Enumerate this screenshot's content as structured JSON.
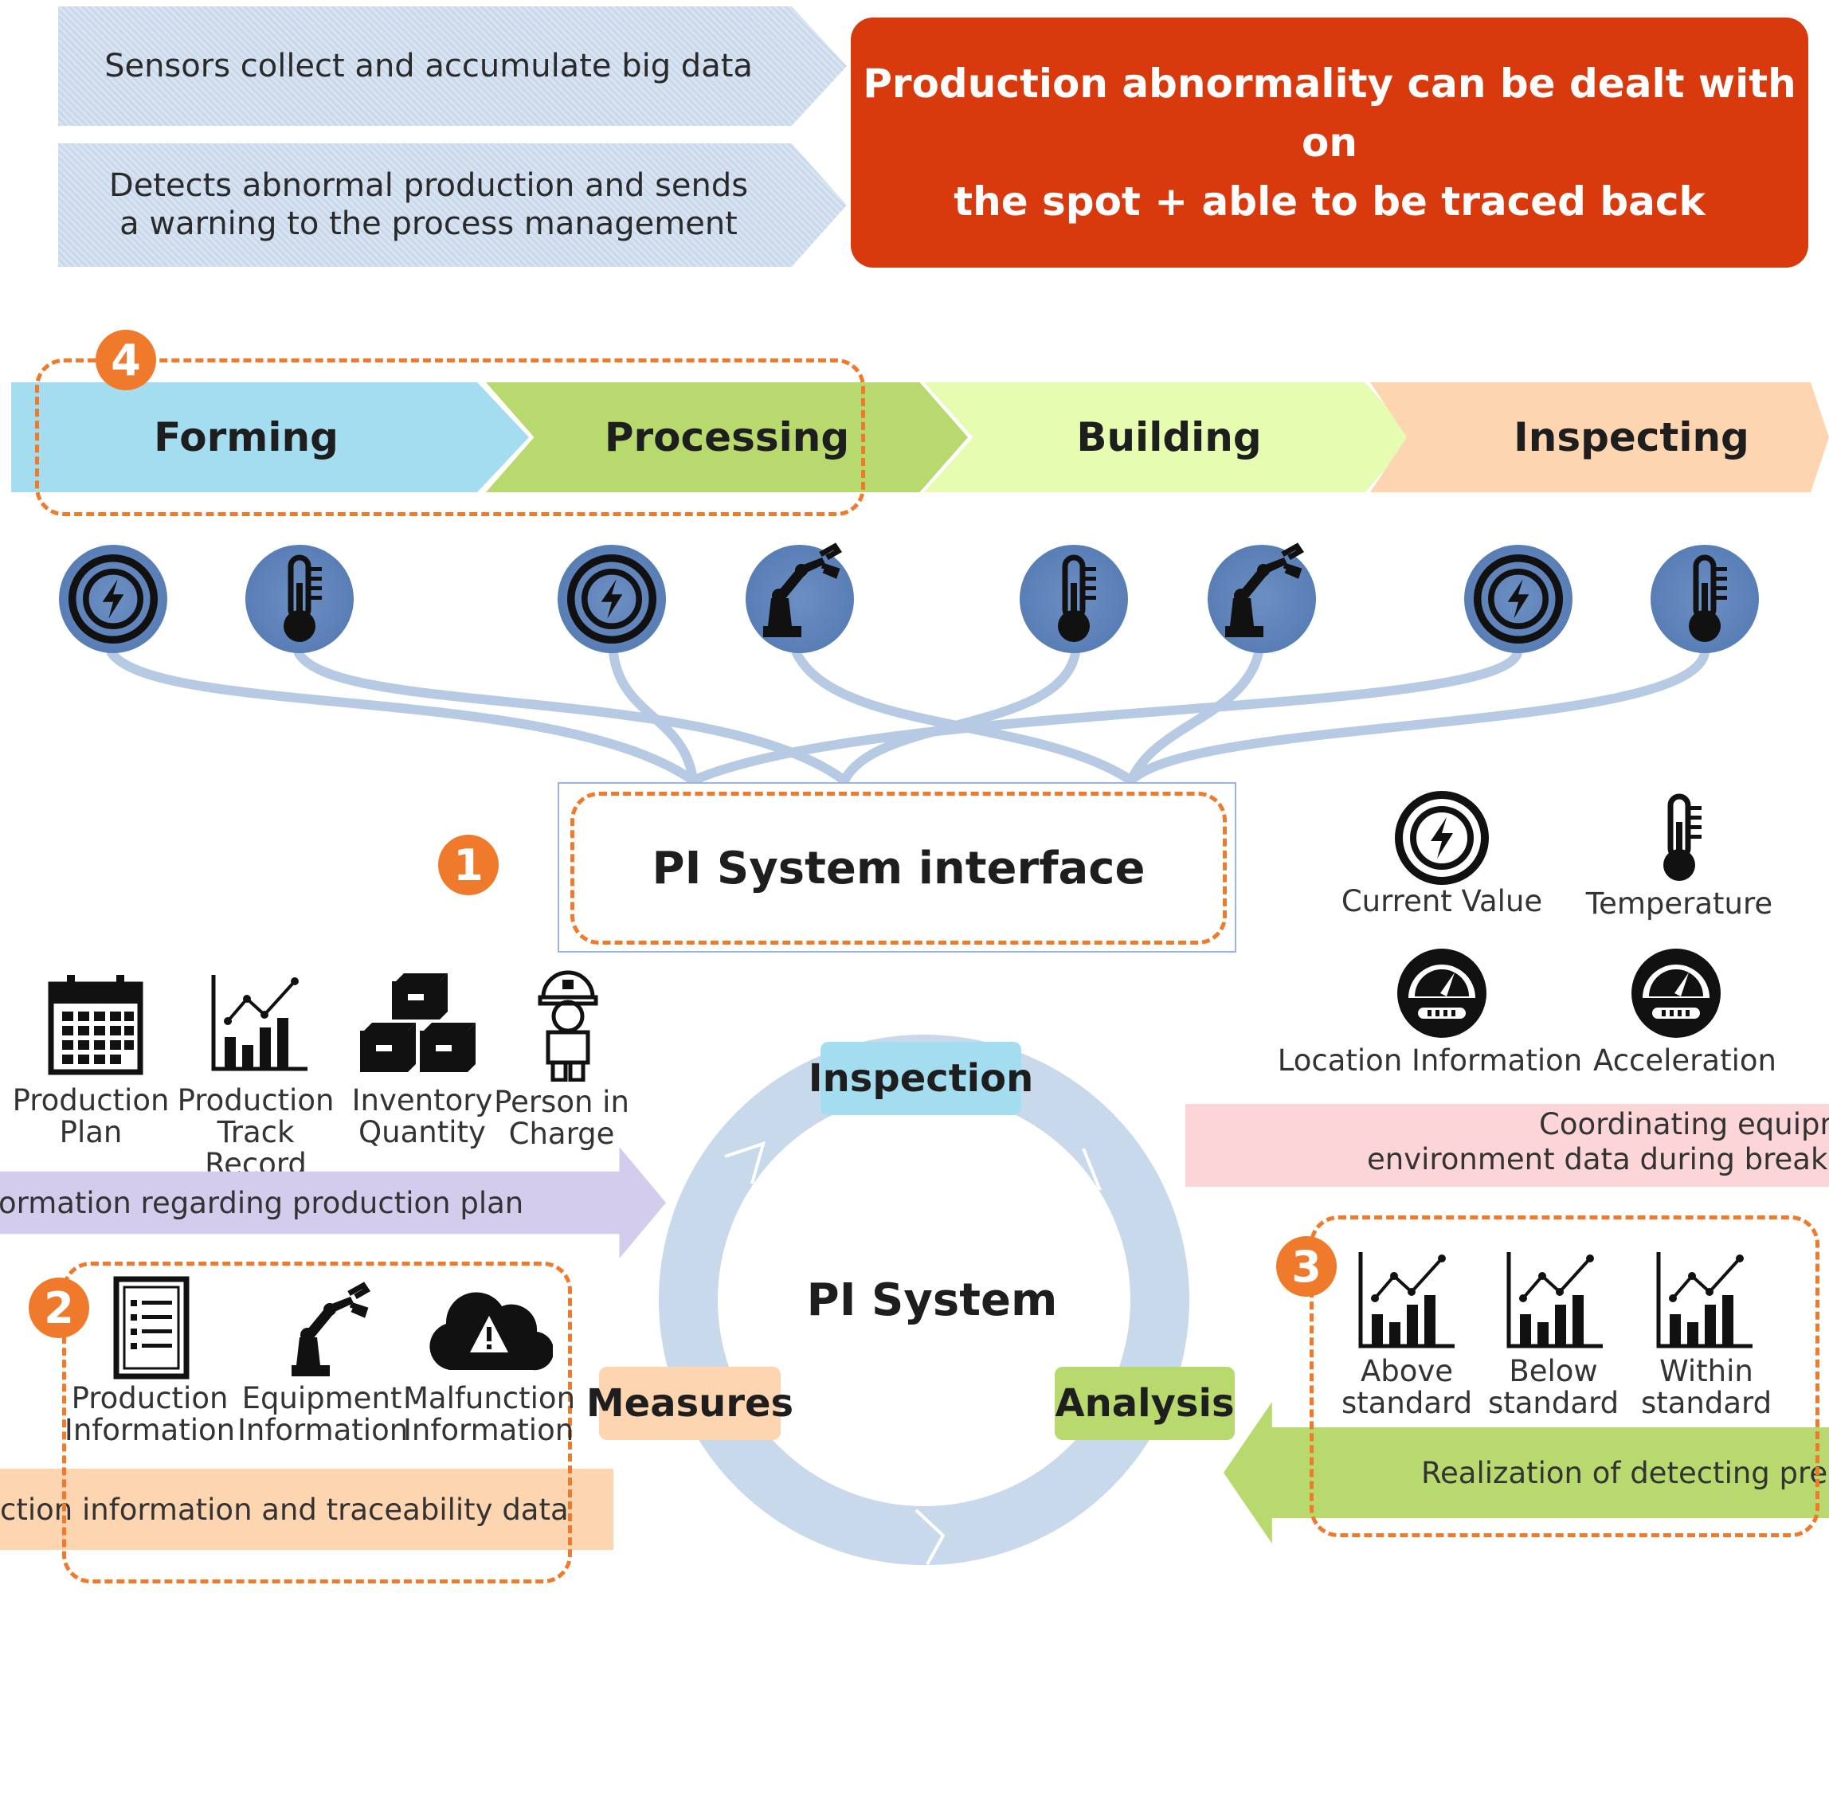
{
  "top_arrows": [
    {
      "text": "Sensors collect and accumulate big data"
    },
    {
      "line1": "Detects abnormal production and sends",
      "line2": "a warning to the process management"
    }
  ],
  "headline": {
    "line1": "Production abnormality can be dealt with on",
    "line2": "the spot + able to be traced back"
  },
  "stages": [
    "Forming",
    "Processing",
    "Building",
    "Inspecting"
  ],
  "markers": [
    "4",
    "1",
    "2",
    "3"
  ],
  "interface_label": "PI System interface",
  "legend": {
    "current_value": "Current Value",
    "temperature": "Temperature",
    "location": "Location Information",
    "acceleration": "Acceleration"
  },
  "planning_items": [
    {
      "line1": "Production",
      "line2": "Plan"
    },
    {
      "line1": "Production",
      "line2": "Track Record"
    },
    {
      "line1": "Inventory",
      "line2": "Quantity"
    },
    {
      "line1": "Person in",
      "line2": "Charge"
    }
  ],
  "purple_arrow": "ormation regarding  production plan",
  "info_items": [
    {
      "line1": "Production",
      "line2": "Information"
    },
    {
      "line1": "Equipment",
      "line2": "Information"
    },
    {
      "line1": "Malfunction",
      "line2": "Information"
    }
  ],
  "orange_stripe": "ction information and traceability data",
  "cycle": {
    "center": "PI System",
    "inspection": "Inspection",
    "measures": "Measures",
    "analysis": "Analysis"
  },
  "pink_stripe": {
    "line1": "Coordinating equipm",
    "line2": "environment data during breakdo"
  },
  "standards": [
    {
      "line1": "Above",
      "line2": "standard"
    },
    {
      "line1": "Below",
      "line2": "standard"
    },
    {
      "line1": "Within",
      "line2": "standard"
    }
  ],
  "green_arrow": "Realization of detecting predi",
  "colors": {
    "red": "#d93a0d",
    "orange": "#ef7a2c",
    "forming": "#a4dcf0",
    "processing": "#b8d96e",
    "building": "#e6fcb0",
    "inspecting": "#fdd5b1"
  }
}
